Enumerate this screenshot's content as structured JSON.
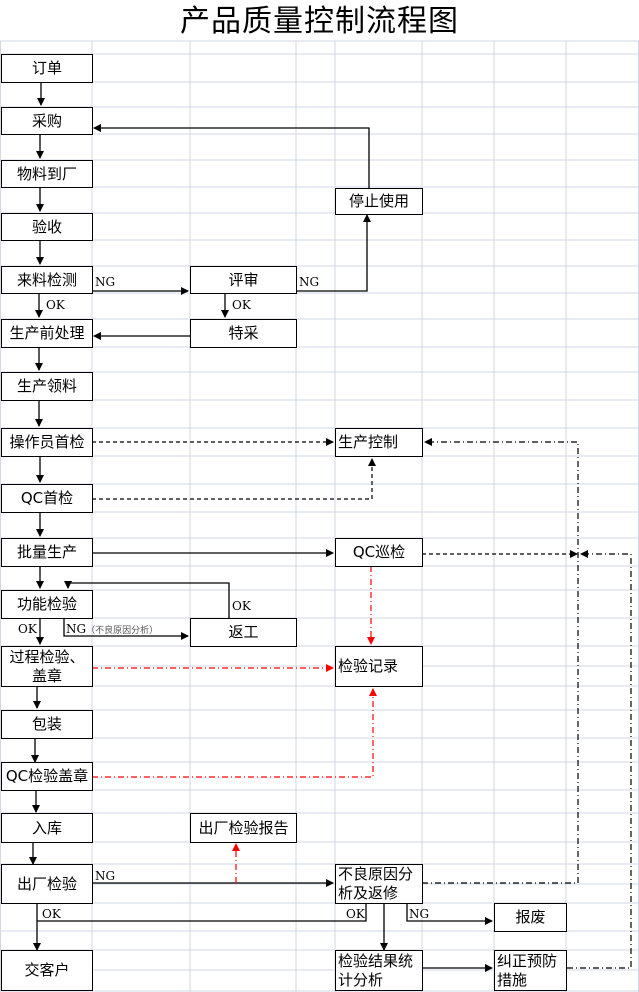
{
  "title": "产品质量控制流程图",
  "colors": {
    "line": "#000000",
    "record_link": "#ff0000",
    "grid": "#d0d7e5"
  },
  "nodes": {
    "order": "订单",
    "purchase": "采购",
    "arrival": "物料到厂",
    "acceptance": "验收",
    "incoming_test": "来料检测",
    "review": "评审",
    "stop_use": "停止使用",
    "special_purchase": "特采",
    "pre_process": "生产前处理",
    "material_issue": "生产领料",
    "operator_first": "操作员首检",
    "qc_first": "QC首检",
    "production_control": "生产控制",
    "mass_production": "批量生产",
    "qc_patrol": "QC巡检",
    "function_test": "功能检验",
    "rework": "返工",
    "process_stamp": "过程检验、\n盖章",
    "inspection_record": "检验记录",
    "packing": "包装",
    "qc_stamp": "QC检验盖章",
    "warehousing": "入库",
    "factory_report": "出厂检验报告",
    "factory_test": "出厂检验",
    "defect_analysis": "不良原因分\n析及返修",
    "scrap": "报废",
    "deliver": "交客户",
    "stats_analysis": "检验结果统\n计分析",
    "corrective": "纠正预防\n措施"
  },
  "labels": {
    "ng": "NG",
    "ok": "OK",
    "ng_note": "（不良原因分析）"
  }
}
